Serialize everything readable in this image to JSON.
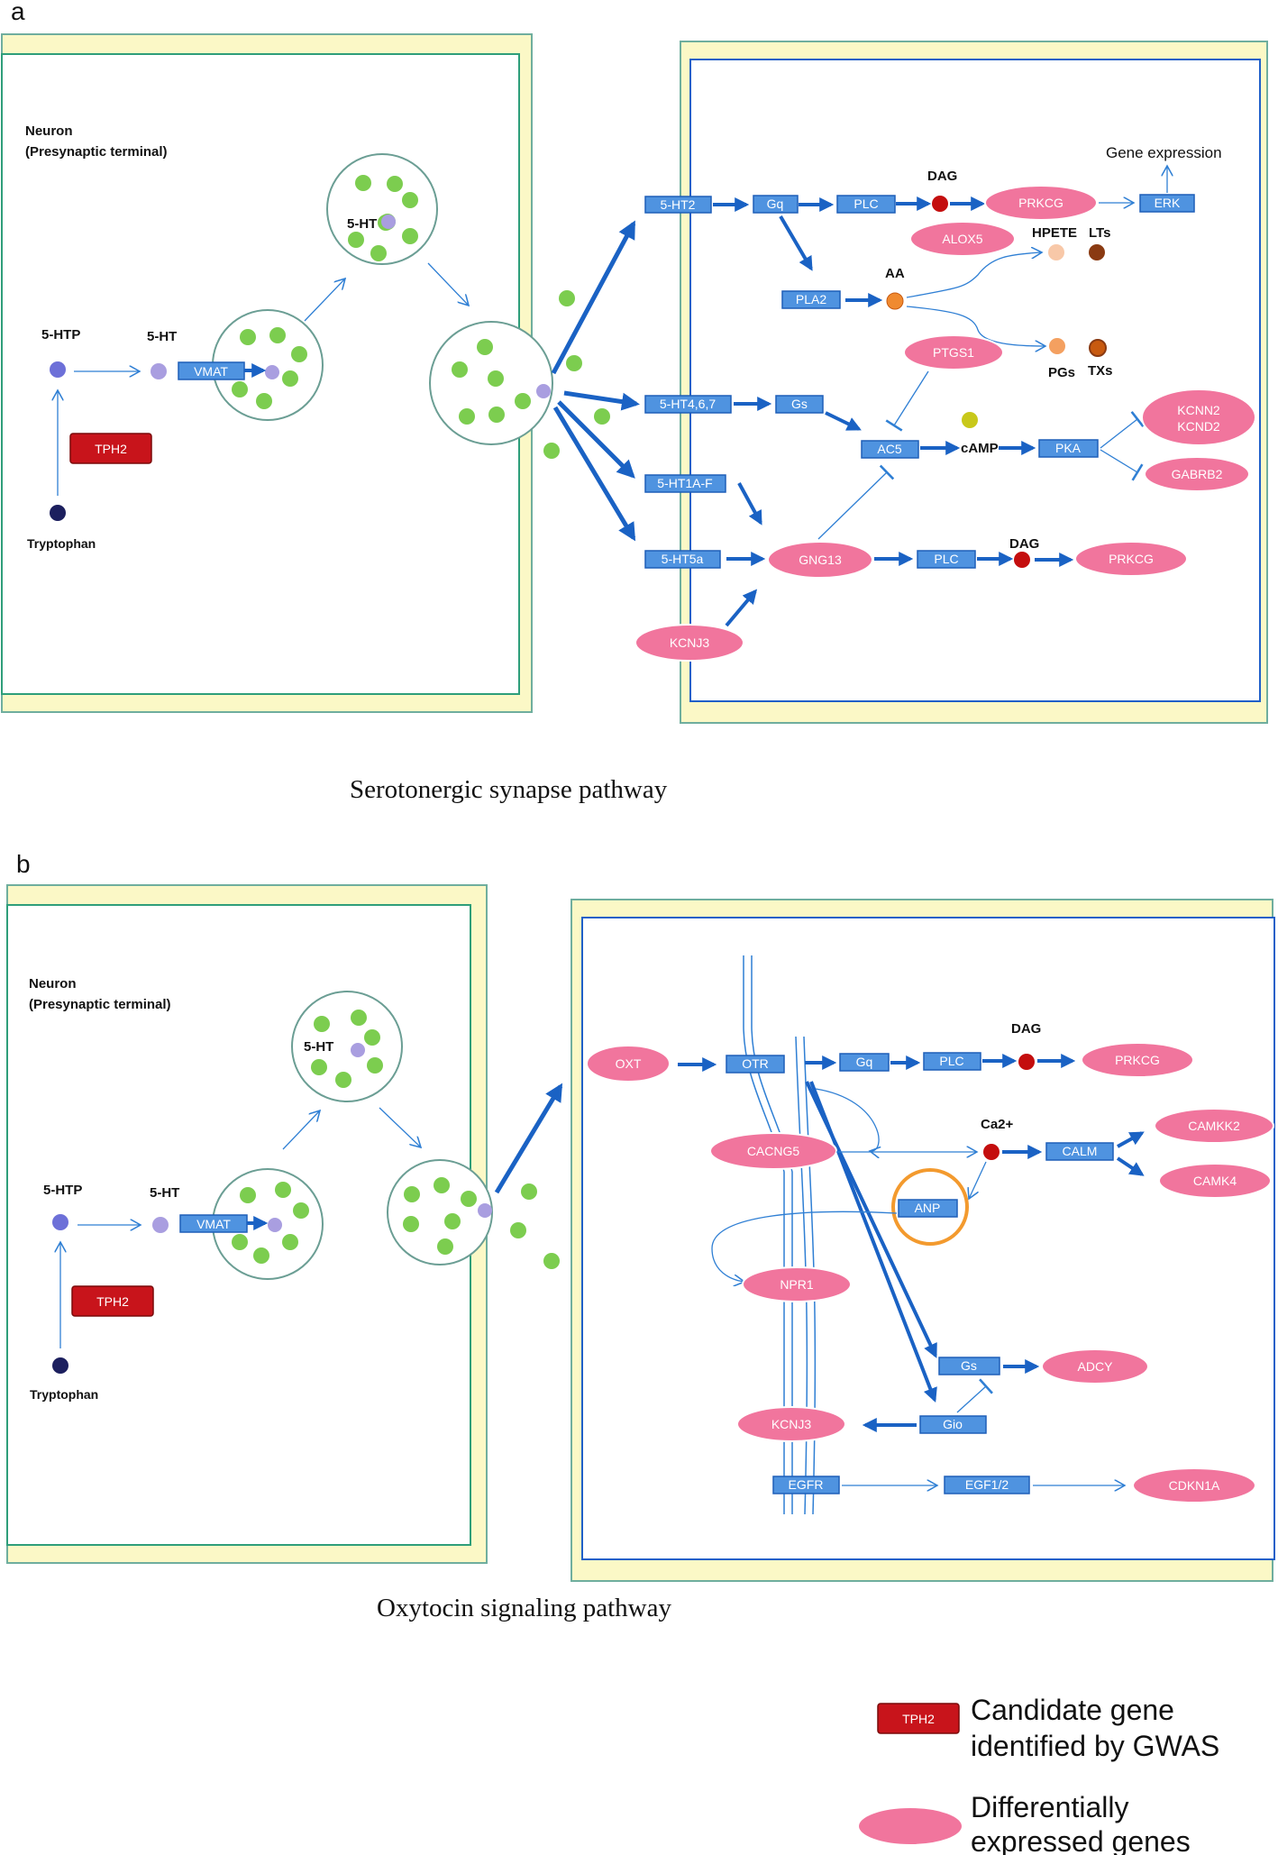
{
  "panel_a": {
    "label": "a",
    "neuron_title_1": "Neuron",
    "neuron_title_2": "(Presynaptic terminal)",
    "five_ht_vesicle": "5-HT",
    "five_htp": "5-HTP",
    "five_ht": "5-HT",
    "vmat": "VMAT",
    "tph2": "TPH2",
    "tryptophan": "Tryptophan",
    "receptors": {
      "r2": "5-HT2",
      "r467": "5-HT4,6,7",
      "r1af": "5-HT1A-F",
      "r5a": "5-HT5a"
    },
    "gq": "Gq",
    "plc1": "PLC",
    "dag1": "DAG",
    "prkcg1": "PRKCG",
    "erk": "ERK",
    "gene_expression": "Gene expression",
    "alox5": "ALOX5",
    "hpete": "HPETE",
    "lts": "LTs",
    "pla2": "PLA2",
    "aa": "AA",
    "ptgs1": "PTGS1",
    "pgs": "PGs",
    "txs": "TXs",
    "gs": "Gs",
    "ac5": "AC5",
    "camp": "cAMP",
    "pka": "PKA",
    "kcnn2": "KCNN2",
    "kcnd2": "KCND2",
    "gabrb2": "GABRB2",
    "gng13": "GNG13",
    "plc2": "PLC",
    "dag2": "DAG",
    "prkcg2": "PRKCG",
    "kcnj3": "KCNJ3",
    "caption": "Serotonergic  synapse  pathway"
  },
  "panel_b": {
    "label": "b",
    "neuron_title_1": "Neuron",
    "neuron_title_2": "(Presynaptic terminal)",
    "five_ht_vesicle": "5-HT",
    "five_htp": "5-HTP",
    "five_ht": "5-HT",
    "vmat": "VMAT",
    "tph2": "TPH2",
    "tryptophan": "Tryptophan",
    "oxt": "OXT",
    "otr": "OTR",
    "gq": "Gq",
    "plc": "PLC",
    "dag": "DAG",
    "prkcg": "PRKCG",
    "cacng5": "CACNG5",
    "ca2": "Ca2+",
    "calm": "CALM",
    "camkk2": "CAMKK2",
    "camk4": "CAMK4",
    "anp": "ANP",
    "npr1": "NPR1",
    "gs": "Gs",
    "adcy": "ADCY",
    "gio": "Gio",
    "kcnj3": "KCNJ3",
    "egfr": "EGFR",
    "egf12": "EGF1/2",
    "cdkn1a": "CDKN1A",
    "caption": "Oxytocin  signaling  pathway"
  },
  "legend": {
    "tph2": "TPH2",
    "candidate_1": "Candidate gene",
    "candidate_2": "identified by GWAS",
    "deg_1": "Differentially",
    "deg_2": "expressed genes"
  },
  "colors": {
    "box_fill": "#4f93e0",
    "box_stroke": "#1f5fb8",
    "ellipse_fill": "#f1759d",
    "membrane": "#fbf8c6",
    "membrane_border": "#6fae9e",
    "arrow": "#1a62c4",
    "vesicle_dot": "#7ccd4f",
    "tph2_red": "#c8141b",
    "dag_red": "#c40e0e",
    "aa_orange": "#f08a30",
    "anp_ring": "#f39a2e"
  }
}
